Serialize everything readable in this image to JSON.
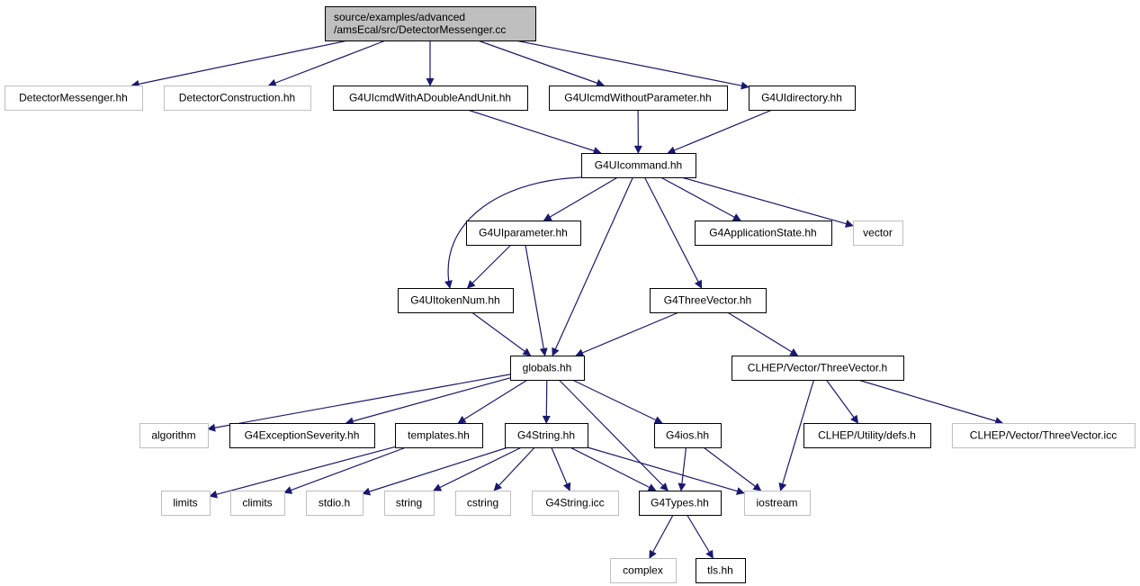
{
  "colors": {
    "edge": "#191970",
    "root_fill": "#bfbfbf",
    "node_fill": "#ffffff",
    "documented_border": "#000000",
    "undocumented_border": "#bfbfbf",
    "text": "#000000"
  },
  "nodes": [
    {
      "id": "root",
      "lines": [
        "source/examples/advanced",
        "/amsEcal/src/DetectorMessenger.cc"
      ],
      "style": "root"
    },
    {
      "id": "detmess_hh",
      "lines": [
        "DetectorMessenger.hh"
      ],
      "style": "undocumented"
    },
    {
      "id": "detcons_hh",
      "lines": [
        "DetectorConstruction.hh"
      ],
      "style": "undocumented"
    },
    {
      "id": "uicmd_dau",
      "lines": [
        "G4UIcmdWithADoubleAndUnit.hh"
      ],
      "style": "documented"
    },
    {
      "id": "uicmd_np",
      "lines": [
        "G4UIcmdWithoutParameter.hh"
      ],
      "style": "documented"
    },
    {
      "id": "uidir",
      "lines": [
        "G4UIdirectory.hh"
      ],
      "style": "documented"
    },
    {
      "id": "uicommand",
      "lines": [
        "G4UIcommand.hh"
      ],
      "style": "documented"
    },
    {
      "id": "uiparam",
      "lines": [
        "G4UIparameter.hh"
      ],
      "style": "documented"
    },
    {
      "id": "appstate",
      "lines": [
        "G4ApplicationState.hh"
      ],
      "style": "documented"
    },
    {
      "id": "vector",
      "lines": [
        "vector"
      ],
      "style": "undocumented"
    },
    {
      "id": "uitoken",
      "lines": [
        "G4UItokenNum.hh"
      ],
      "style": "documented"
    },
    {
      "id": "threevec_hh",
      "lines": [
        "G4ThreeVector.hh"
      ],
      "style": "documented"
    },
    {
      "id": "globals",
      "lines": [
        "globals.hh"
      ],
      "style": "documented"
    },
    {
      "id": "clhep_tv",
      "lines": [
        "CLHEP/Vector/ThreeVector.h"
      ],
      "style": "documented"
    },
    {
      "id": "algorithm",
      "lines": [
        "algorithm"
      ],
      "style": "undocumented"
    },
    {
      "id": "excsev",
      "lines": [
        "G4ExceptionSeverity.hh"
      ],
      "style": "documented"
    },
    {
      "id": "templates",
      "lines": [
        "templates.hh"
      ],
      "style": "documented"
    },
    {
      "id": "g4string",
      "lines": [
        "G4String.hh"
      ],
      "style": "documented"
    },
    {
      "id": "g4ios",
      "lines": [
        "G4ios.hh"
      ],
      "style": "documented"
    },
    {
      "id": "clhep_defs",
      "lines": [
        "CLHEP/Utility/defs.h"
      ],
      "style": "documented"
    },
    {
      "id": "clhep_icc",
      "lines": [
        "CLHEP/Vector/ThreeVector.icc"
      ],
      "style": "undocumented"
    },
    {
      "id": "limits",
      "lines": [
        "limits"
      ],
      "style": "undocumented"
    },
    {
      "id": "climits",
      "lines": [
        "climits"
      ],
      "style": "undocumented"
    },
    {
      "id": "stdio",
      "lines": [
        "stdio.h"
      ],
      "style": "undocumented"
    },
    {
      "id": "string",
      "lines": [
        "string"
      ],
      "style": "undocumented"
    },
    {
      "id": "cstring",
      "lines": [
        "cstring"
      ],
      "style": "undocumented"
    },
    {
      "id": "g4string_icc",
      "lines": [
        "G4String.icc"
      ],
      "style": "undocumented"
    },
    {
      "id": "g4types",
      "lines": [
        "G4Types.hh"
      ],
      "style": "documented"
    },
    {
      "id": "iostream",
      "lines": [
        "iostream"
      ],
      "style": "undocumented"
    },
    {
      "id": "complex",
      "lines": [
        "complex"
      ],
      "style": "undocumented"
    },
    {
      "id": "tls",
      "lines": [
        "tls.hh"
      ],
      "style": "documented"
    }
  ],
  "edges": [
    {
      "from": "root",
      "to": "detmess_hh"
    },
    {
      "from": "root",
      "to": "detcons_hh"
    },
    {
      "from": "root",
      "to": "uicmd_dau"
    },
    {
      "from": "root",
      "to": "uicmd_np"
    },
    {
      "from": "root",
      "to": "uidir"
    },
    {
      "from": "uicmd_dau",
      "to": "uicommand"
    },
    {
      "from": "uicmd_np",
      "to": "uicommand"
    },
    {
      "from": "uidir",
      "to": "uicommand"
    },
    {
      "from": "uicommand",
      "to": "uiparam"
    },
    {
      "from": "uicommand",
      "to": "appstate"
    },
    {
      "from": "uicommand",
      "to": "vector"
    },
    {
      "from": "uicommand",
      "to": "uitoken"
    },
    {
      "from": "uicommand",
      "to": "threevec_hh"
    },
    {
      "from": "uicommand",
      "to": "globals"
    },
    {
      "from": "uiparam",
      "to": "uitoken"
    },
    {
      "from": "uiparam",
      "to": "globals"
    },
    {
      "from": "uitoken",
      "to": "globals"
    },
    {
      "from": "threevec_hh",
      "to": "globals"
    },
    {
      "from": "threevec_hh",
      "to": "clhep_tv"
    },
    {
      "from": "globals",
      "to": "algorithm"
    },
    {
      "from": "globals",
      "to": "excsev"
    },
    {
      "from": "globals",
      "to": "templates"
    },
    {
      "from": "globals",
      "to": "g4string"
    },
    {
      "from": "globals",
      "to": "g4ios"
    },
    {
      "from": "globals",
      "to": "g4types"
    },
    {
      "from": "clhep_tv",
      "to": "clhep_defs"
    },
    {
      "from": "clhep_tv",
      "to": "clhep_icc"
    },
    {
      "from": "clhep_tv",
      "to": "iostream"
    },
    {
      "from": "templates",
      "to": "limits"
    },
    {
      "from": "templates",
      "to": "climits"
    },
    {
      "from": "g4string",
      "to": "stdio"
    },
    {
      "from": "g4string",
      "to": "string"
    },
    {
      "from": "g4string",
      "to": "cstring"
    },
    {
      "from": "g4string",
      "to": "g4string_icc"
    },
    {
      "from": "g4string",
      "to": "g4types"
    },
    {
      "from": "g4string",
      "to": "iostream"
    },
    {
      "from": "g4ios",
      "to": "g4types"
    },
    {
      "from": "g4ios",
      "to": "iostream"
    },
    {
      "from": "g4types",
      "to": "complex"
    },
    {
      "from": "g4types",
      "to": "tls"
    }
  ]
}
